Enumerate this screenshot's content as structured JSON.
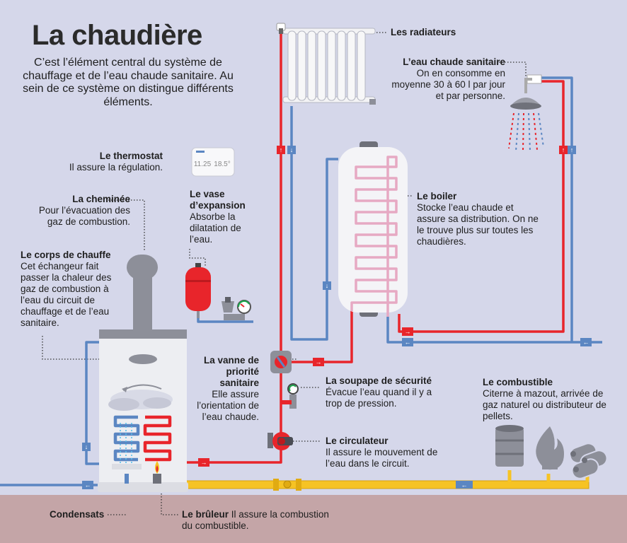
{
  "title": "La chaudière",
  "intro": "C’est l’élément central du système de chauffage et de l’eau chaude sanitaire. Au sein de ce système on distingue différents éléments.",
  "thermostat_display": {
    "left": "11.25",
    "right": "18.5°"
  },
  "colors": {
    "hot": "#e8252b",
    "cold": "#5b86c2",
    "fuel": "#f6c324",
    "ground": "#c4a5a7",
    "background": "#d5d7ea",
    "boiler_body": "#edeef2"
  },
  "annotations": {
    "radiateurs": {
      "label": "Les radiateurs",
      "text": ""
    },
    "eau_chaude": {
      "label": "L’eau chaude sanitaire",
      "text": "On en consomme en moyenne 30 à 60 l par jour et par personne."
    },
    "thermostat": {
      "label": "Le thermostat",
      "text": "Il assure la régulation."
    },
    "cheminee": {
      "label": "La cheminée",
      "text": "Pour l’évacuation des gaz de combustion."
    },
    "vase": {
      "label": "Le vase d’expansion",
      "text": "Absorbe la dilatation de l’eau."
    },
    "corps": {
      "label": "Le corps de chauffe",
      "text": "Cet échangeur fait passer la chaleur des gaz de combustion à l’eau du circuit de chauffage et de l’eau sanitaire."
    },
    "boiler": {
      "label": "Le boiler",
      "text": "Stocke l’eau chaude et assure sa distribution. On ne le trouve plus sur toutes les chaudières."
    },
    "vanne": {
      "label": "La vanne de priorité sanitaire",
      "text": "Elle assure l’orientation de l’eau chaude."
    },
    "soupape": {
      "label": "La soupape de sécurité",
      "text": "Évacue l’eau quand il y a trop de pression."
    },
    "combustible": {
      "label": "Le combustible",
      "text": "Citerne à mazout, arrivée de gaz naturel ou distributeur de pellets."
    },
    "circulateur": {
      "label": "Le circulateur",
      "text": "Il assure le mouvement de l’eau dans le circuit."
    },
    "condensats": {
      "label": "Condensats",
      "text": ""
    },
    "bruleur": {
      "label": "Le brûleur",
      "text": "Il assure la combustion du combustible."
    }
  }
}
